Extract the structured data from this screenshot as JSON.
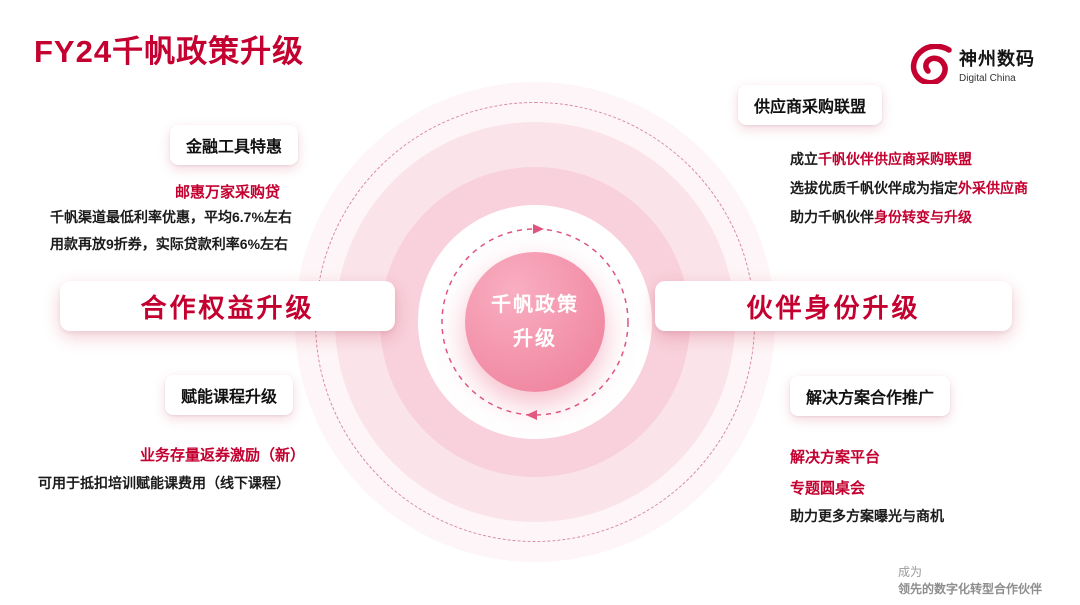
{
  "slide": {
    "title": "FY24千帆政策升级"
  },
  "logo": {
    "name": "神州数码",
    "subtitle": "Digital China"
  },
  "center": {
    "line1": "千帆政策",
    "line2": "升级"
  },
  "left_top": {
    "header": "金融工具特惠",
    "highlight": "邮惠万家采购贷",
    "lines": [
      "千帆渠道最低利率优惠，平均6.7%左右",
      "用款再放9折券，实际贷款利率6%左右"
    ]
  },
  "left_main": {
    "label": "合作权益升级"
  },
  "left_bottom": {
    "header": "赋能课程升级",
    "highlight": "业务存量返券激励（新）",
    "line": "可用于抵扣培训赋能课费用（线下课程）"
  },
  "right_top": {
    "header": "供应商采购联盟",
    "line1_prefix": "成立",
    "line1_red": "千帆伙伴供应商采购联盟",
    "line2_prefix": "选拔优质千帆伙伴成为指定",
    "line2_red": "外采供应商",
    "line3_prefix": "助力千帆伙伴",
    "line3_red": "身份转变与升级"
  },
  "right_main": {
    "label": "伙伴身份升级"
  },
  "right_bottom": {
    "header": "解决方案合作推广",
    "highlight1": "解决方案平台",
    "highlight2": "专题圆桌会",
    "line": "助力更多方案曝光与商机"
  },
  "footer": {
    "line1": "成为",
    "line2": "领先的数字化转型合作伙伴"
  },
  "colors": {
    "accent_red": "#c3002f",
    "circle_pink": "#ee7d99",
    "glow_pink": "#f5bece",
    "dash_pink": "#d98aa0"
  }
}
